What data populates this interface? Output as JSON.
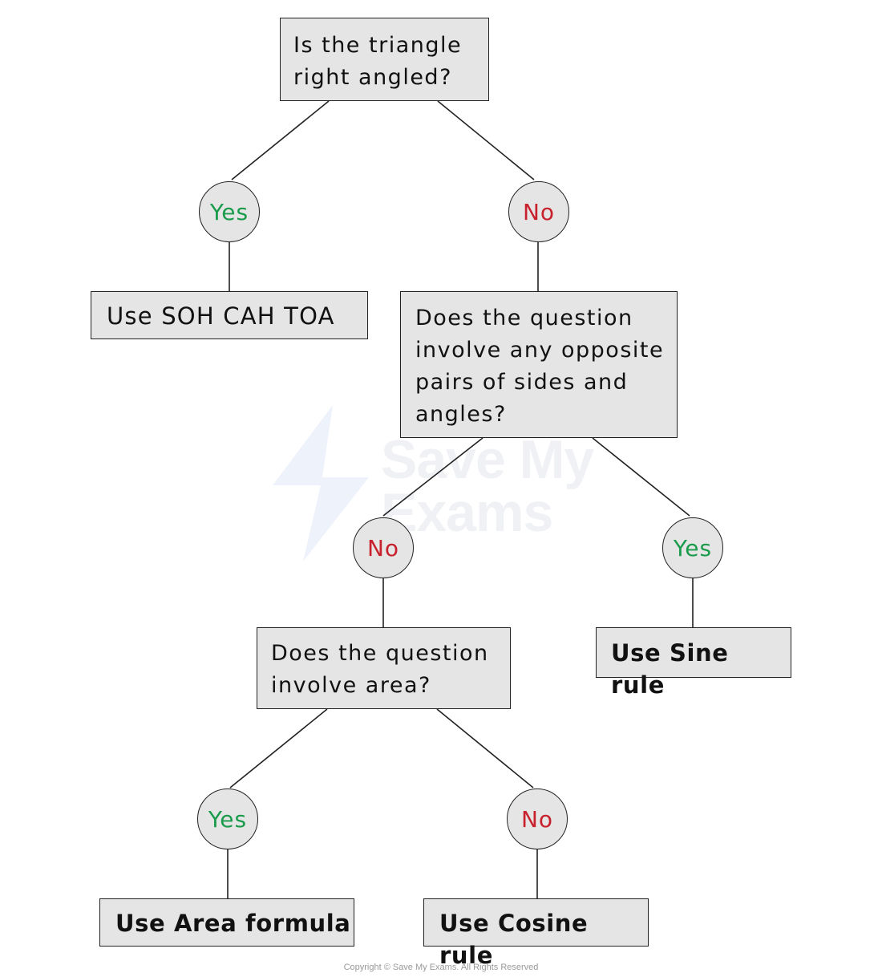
{
  "diagram": {
    "root_question": "Is the triangle\nright angled?",
    "root_yes_label": "Yes",
    "root_no_label": "No",
    "soh_cah_toa_result": "Use SOH CAH TOA",
    "opposite_pairs_question": "Does the question\ninvolve any opposite\npairs of sides and\nangles?",
    "opposite_no_label": "No",
    "opposite_yes_label": "Yes",
    "sine_rule_result": "Use Sine rule",
    "area_question": "Does the question\ninvolve area?",
    "area_yes_label": "Yes",
    "area_no_label": "No",
    "area_formula_result": "Use Area formula",
    "cosine_rule_result": "Use Cosine rule"
  },
  "watermark": {
    "text": "Save My\nExams"
  },
  "footer": {
    "copyright": "Copyright © Save My Exams. All Rights Reserved"
  },
  "colors": {
    "yes": "#1a9b4b",
    "no": "#c8202c",
    "box_fill": "#e5e5e5",
    "outline": "#222222"
  }
}
